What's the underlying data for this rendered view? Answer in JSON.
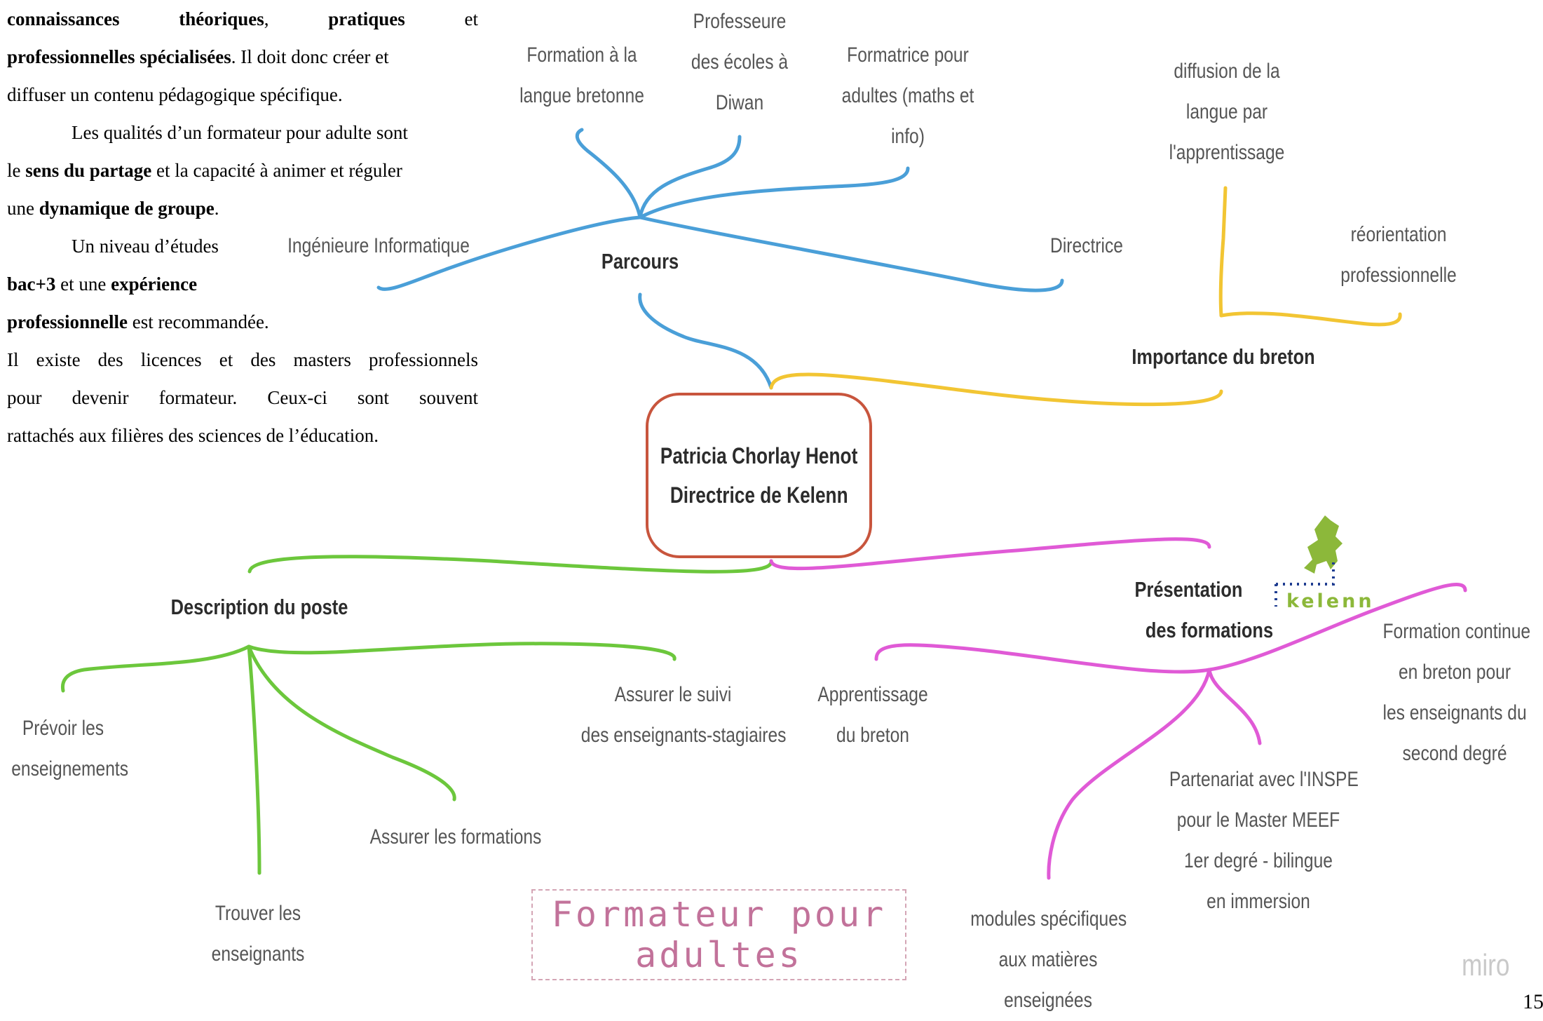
{
  "intro": {
    "line1": [
      "connaissances",
      "théoriques",
      ",",
      "pratiques",
      "et"
    ],
    "line2_bold": "professionnelles spécialisées",
    "line2_rest": ". Il doit donc créer et",
    "line3": "diffuser un contenu pédagogique spécifique.",
    "p2_line1": "Les qualités d’un formateur pour adulte sont",
    "p2_line2_a": "le ",
    "p2_line2_bold": "sens du partage",
    "p2_line2_b": " et la capacité à animer et réguler",
    "p2_line3_a": "une ",
    "p2_line3_bold": "dynamique de groupe",
    "p2_line3_b": ".",
    "p3_line1": "Un niveau d’études",
    "p3_line2_bold1": "bac+3",
    "p3_line2_mid": " et une ",
    "p3_line2_bold2": "expérience",
    "p3_line3_bold": "professionnelle",
    "p3_line3_rest": " est recommandée.",
    "p4_line1": "Il existe des licences et des masters professionnels",
    "p4_line2": "pour devenir formateur. Ceux-ci sont souvent",
    "p4_line3": "rattachés aux filières des sciences de l’éducation."
  },
  "mindmap": {
    "center": {
      "line1": "Patricia Chorlay Henot",
      "line2": "Directrice de Kelenn",
      "color": "#c8553d"
    },
    "parcours": {
      "label": "Parcours",
      "color": "#4a9fd8",
      "children": [
        {
          "id": "formation",
          "lines": [
            "Formation à la",
            "langue bretonne"
          ]
        },
        {
          "id": "professeure",
          "lines": [
            "Professeure",
            "des écoles à",
            "Diwan"
          ]
        },
        {
          "id": "formatrice",
          "lines": [
            "Formatrice pour",
            "adultes (maths et",
            "info)"
          ]
        },
        {
          "id": "ingenieure",
          "lines": [
            "Ingénieure Informatique"
          ]
        },
        {
          "id": "directrice",
          "lines": [
            "Directrice"
          ]
        }
      ]
    },
    "importance": {
      "label": "Importance du breton",
      "color": "#f2c533",
      "children": [
        {
          "id": "diffusion",
          "lines": [
            "diffusion de la",
            "langue par",
            "l'apprentissage"
          ]
        },
        {
          "id": "reorientation",
          "lines": [
            "réorientation",
            "professionnelle"
          ]
        }
      ]
    },
    "description": {
      "label": "Description du poste",
      "color": "#6cc73c",
      "children": [
        {
          "id": "prevoir",
          "lines": [
            "Prévoir les",
            "enseignements"
          ]
        },
        {
          "id": "trouver",
          "lines": [
            "Trouver les",
            "enseignants"
          ]
        },
        {
          "id": "assurer-formations",
          "lines": [
            "Assurer les formations"
          ]
        },
        {
          "id": "assurer-suivi",
          "lines": [
            "Assurer le suivi",
            "des enseignants-stagiaires"
          ]
        }
      ]
    },
    "presentation": {
      "label_line1": "Présentation",
      "label_line2": "des formations",
      "color": "#e05ad6",
      "children": [
        {
          "id": "apprentissage",
          "lines": [
            "Apprentissage",
            "du breton"
          ]
        },
        {
          "id": "modules",
          "lines": [
            "modules spécifiques",
            "aux matières",
            "enseignées"
          ]
        },
        {
          "id": "partenariat",
          "lines": [
            "Partenariat avec l'INSPE",
            "pour le Master MEEF",
            "1er degré - bilingue",
            "en immersion"
          ]
        },
        {
          "id": "formation-continue",
          "lines": [
            "Formation continue",
            "en breton pour",
            "les enseignants du",
            "second degré"
          ]
        }
      ]
    }
  },
  "logo": {
    "word": "kelenn",
    "color": "#8cb83a"
  },
  "title": {
    "line1": "Formateur pour",
    "line2": "adultes"
  },
  "watermark": "miro",
  "page_number": "15"
}
